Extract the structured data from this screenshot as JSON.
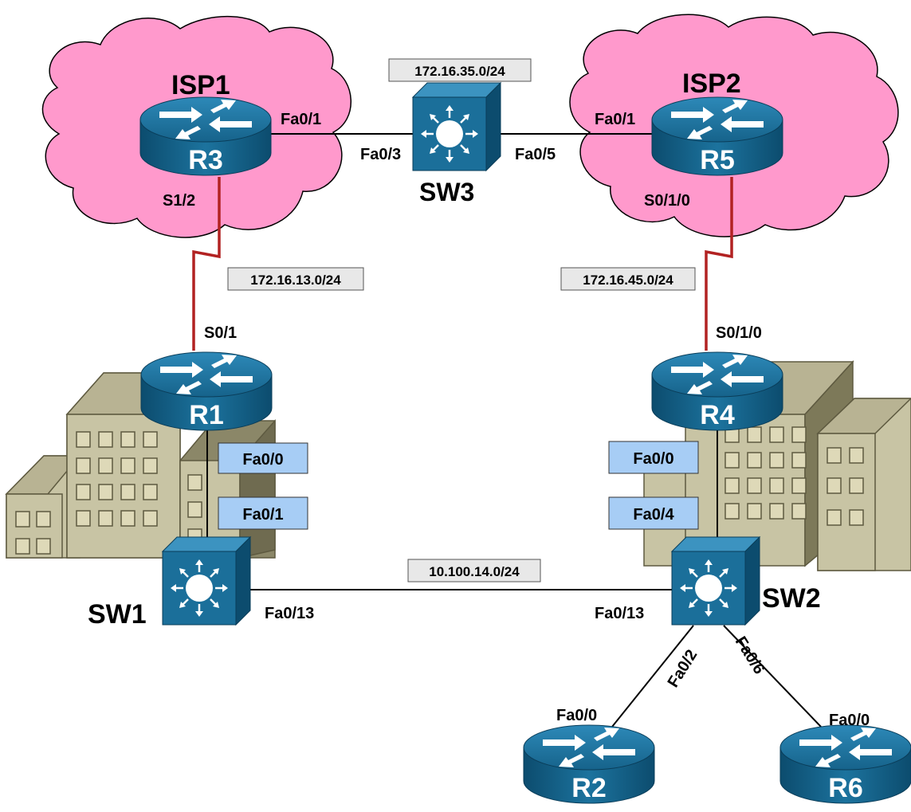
{
  "clouds": {
    "isp1": "ISP1",
    "isp2": "ISP2"
  },
  "devices": {
    "r1": "R1",
    "r2": "R2",
    "r3": "R3",
    "r4": "R4",
    "r5": "R5",
    "r6": "R6",
    "sw1": "SW1",
    "sw2": "SW2",
    "sw3": "SW3"
  },
  "subnets": {
    "r3_sw3_r5": "172.16.35.0/24",
    "r3_r1": "172.16.13.0/24",
    "r5_r4": "172.16.45.0/24",
    "sw1_sw2": "10.100.14.0/24"
  },
  "interfaces": {
    "r3_fa01": "Fa0/1",
    "sw3_fa03": "Fa0/3",
    "sw3_fa05": "Fa0/5",
    "r5_fa01": "Fa0/1",
    "r3_s12": "S1/2",
    "r5_s010": "S0/1/0",
    "r1_s01": "S0/1",
    "r4_s010": "S0/1/0",
    "r1_fa00": "Fa0/0",
    "sw1_fa01": "Fa0/1",
    "r4_fa00": "Fa0/0",
    "sw2_fa04": "Fa0/4",
    "sw1_fa013": "Fa0/13",
    "sw2_fa013": "Fa0/13",
    "sw2_fa02": "Fa0/2",
    "sw2_fa06": "Fa0/6",
    "r2_fa00": "Fa0/0",
    "r6_fa00": "Fa0/0"
  },
  "colors": {
    "cloud": "#ff99cc",
    "serial_link": "#b22222",
    "device": "#1b6f9a",
    "building": "#c8c4a4",
    "interface_box": "#a7cdf5"
  }
}
